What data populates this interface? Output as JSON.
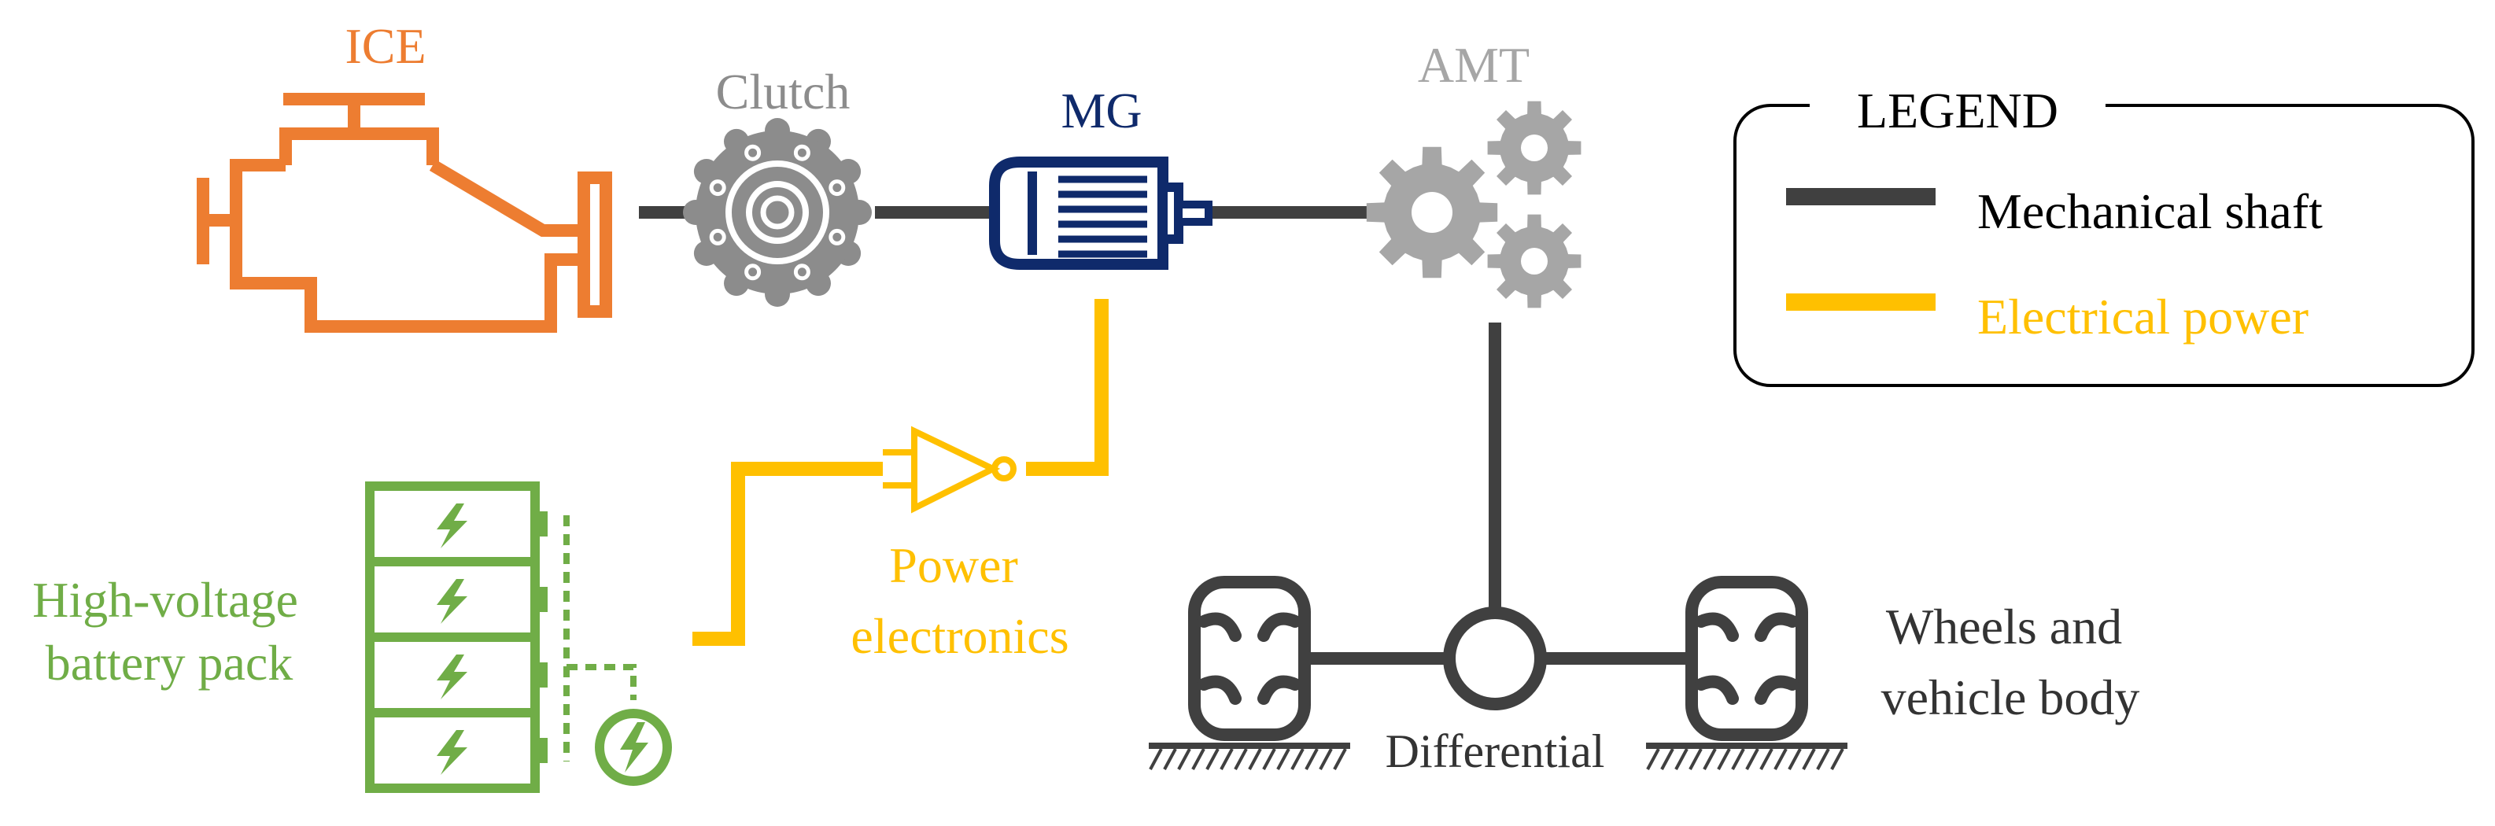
{
  "colors": {
    "ice": "#ED7D31",
    "clutch": "#8C8C8C",
    "mg": "#0F2A6B",
    "amt": "#A6A6A6",
    "electrical": "#FFC000",
    "mechanical": "#404040",
    "battery": "#70AD47",
    "text_dark": "#333333"
  },
  "components": {
    "ice": "ICE",
    "clutch": "Clutch",
    "mg": "MG",
    "amt": "AMT",
    "power_electronics": [
      "Power",
      "electronics"
    ],
    "battery": [
      "High-voltage",
      "battery pack"
    ],
    "differential": "Differential",
    "wheels": [
      "Wheels and",
      "vehicle body"
    ]
  },
  "legend": {
    "title": "LEGEND",
    "items": [
      {
        "label": "Mechanical shaft",
        "color": "#404040"
      },
      {
        "label": "Electrical power",
        "color": "#FFC000"
      }
    ]
  }
}
